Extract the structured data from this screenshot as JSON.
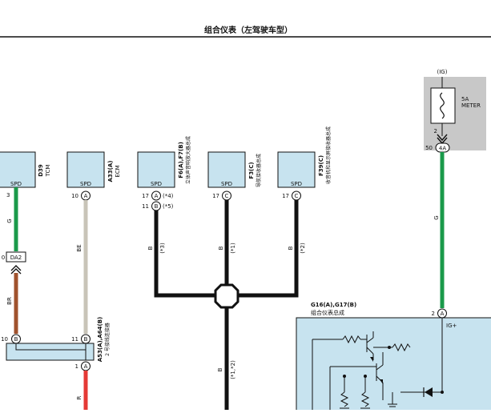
{
  "header": {
    "title": "组合仪表（左驾驶车型）"
  },
  "power": {
    "source": "(IG)",
    "fuse_rating": "5A",
    "fuse_name": "METER",
    "pin_top": "2",
    "pin_num": "50",
    "connector": "4A",
    "wire_color": "G"
  },
  "components": [
    {
      "id": "tcm",
      "box_label": "SPD",
      "pin_num": "3",
      "code": "D39",
      "name": "TCM",
      "wire_color": "G"
    },
    {
      "id": "ecm",
      "box_label": "SPD",
      "pin_num": "10",
      "connector": "A",
      "code": "A33(A)",
      "name": "ECM",
      "wire_color": "BE"
    },
    {
      "id": "amp",
      "box_label": "SPD",
      "pin1_num": "17",
      "pin1_conn": "A",
      "pin1_note": "(*4)",
      "pin2_num": "11",
      "pin2_conn": "B",
      "pin2_note": "(*5)",
      "code": "F6(A),F7(B)",
      "name": "立体声音响放大器总成",
      "wire_color": "B",
      "wire_note": "(*3)"
    },
    {
      "id": "nav",
      "box_label": "SPD",
      "pin_num": "17",
      "connector": "C",
      "code": "F3(C)",
      "name": "导航接收器总成",
      "wire_color": "B",
      "wire_note": "(*1)"
    },
    {
      "id": "radio",
      "box_label": "SPD",
      "pin_num": "17",
      "connector": "C",
      "code": "F39(C)",
      "name": "收音机和显示屏接收器总成",
      "wire_color": "B",
      "wire_note": "(*2)"
    }
  ],
  "junction": {
    "wire_color": "B",
    "wire_note": "(*1,*2)"
  },
  "connector_da2": {
    "label": "DA2",
    "wire_color": "BR"
  },
  "junction_connector": {
    "pin_left_num": "10",
    "pin_left_conn": "B",
    "pin_right_num": "11",
    "pin_right_conn": "B",
    "pin_bottom_num": "1",
    "pin_bottom_conn": "A",
    "code": "A53(A),A64(B)",
    "name": "2 号接线连接器",
    "wire_color_bottom": "R"
  },
  "meter": {
    "code": "G16(A),G17(B)",
    "name": "组合仪表总成",
    "pin_num": "2",
    "connector": "A",
    "terminal": "IG+"
  },
  "colors": {
    "green": "#1a9a4a",
    "beige": "#c8c4b8",
    "brown": "#a0522d",
    "red": "#e53935",
    "black": "#111111",
    "box_fill": "#c7e3ef",
    "power_fill": "#c8c8c8"
  }
}
